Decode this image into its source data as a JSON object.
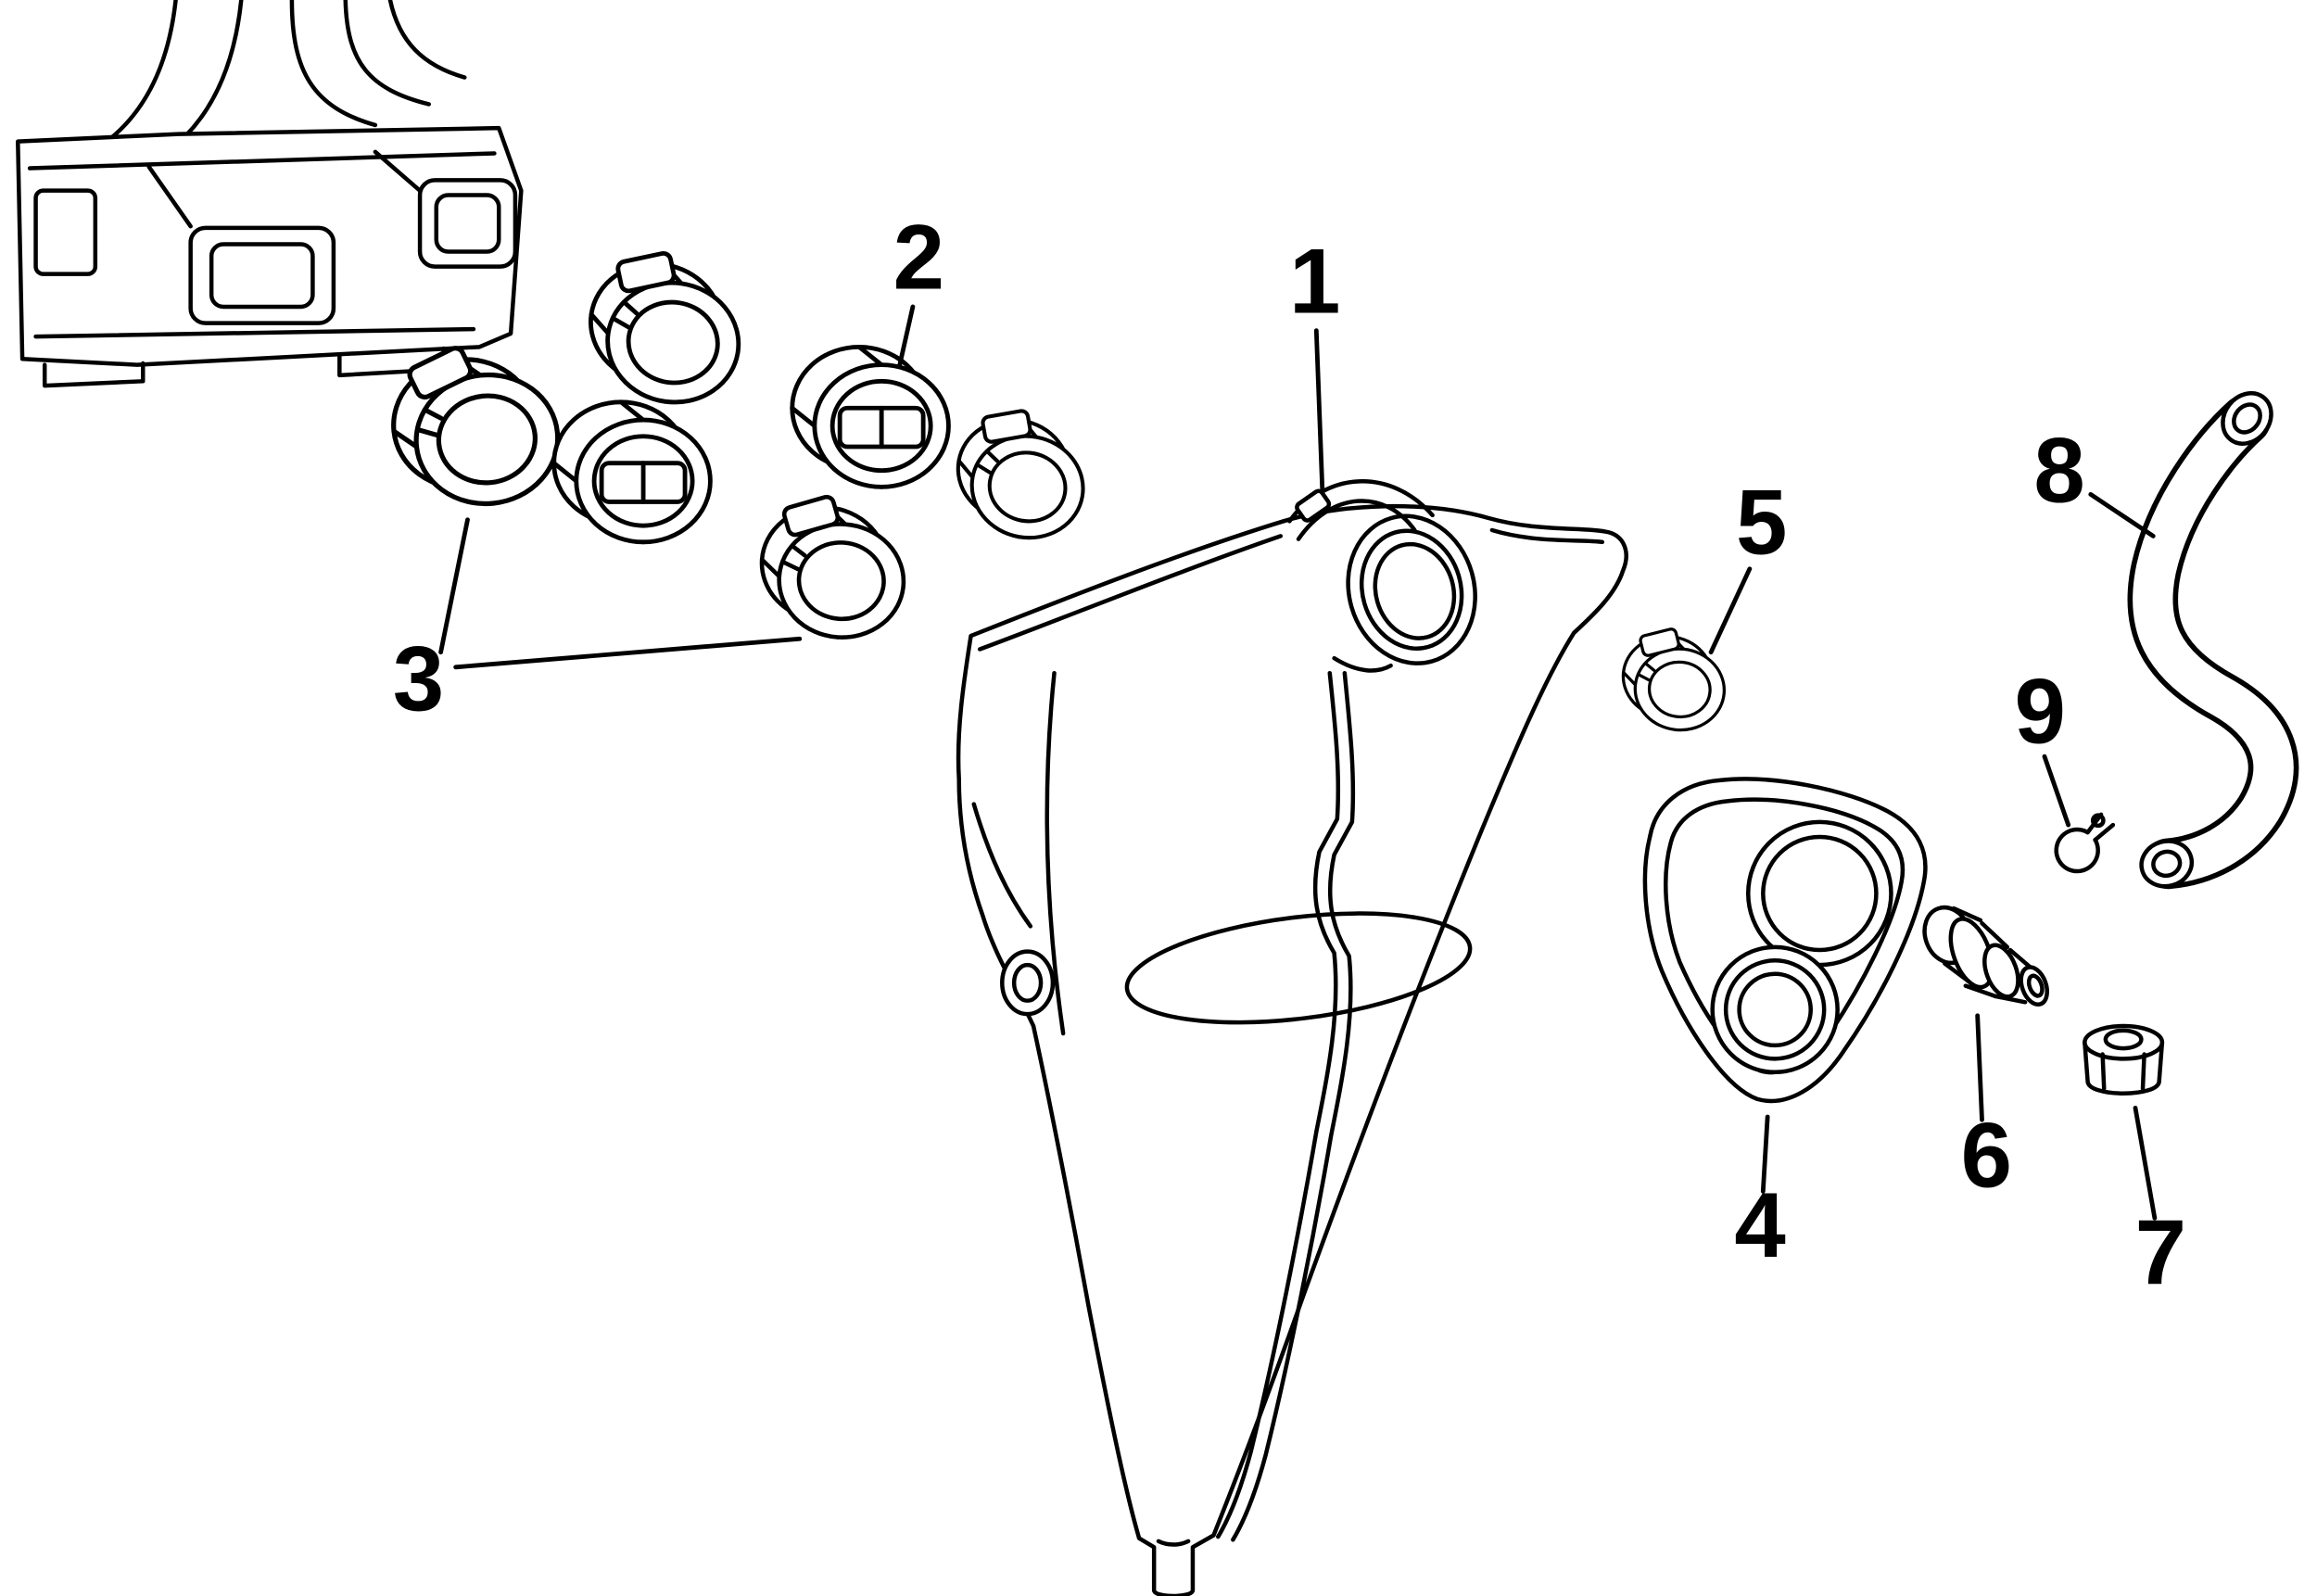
{
  "page": {
    "background_color": "#ffffff",
    "line_color": "#000000"
  },
  "diagram": {
    "kind": "exploded-parts-line-drawing",
    "callouts": [
      {
        "label": "1",
        "part": "filler-neck-clamp"
      },
      {
        "label": "2",
        "part": "hose-sleeve"
      },
      {
        "label": "3",
        "part": "hose-clamps"
      },
      {
        "label": "4",
        "part": "grommet-mount"
      },
      {
        "label": "5",
        "part": "small-clamp"
      },
      {
        "label": "6",
        "part": "barb-fitting"
      },
      {
        "label": "7",
        "part": "cap-plug"
      },
      {
        "label": "8",
        "part": "formed-hose"
      },
      {
        "label": "9",
        "part": "spring-clip"
      }
    ]
  }
}
